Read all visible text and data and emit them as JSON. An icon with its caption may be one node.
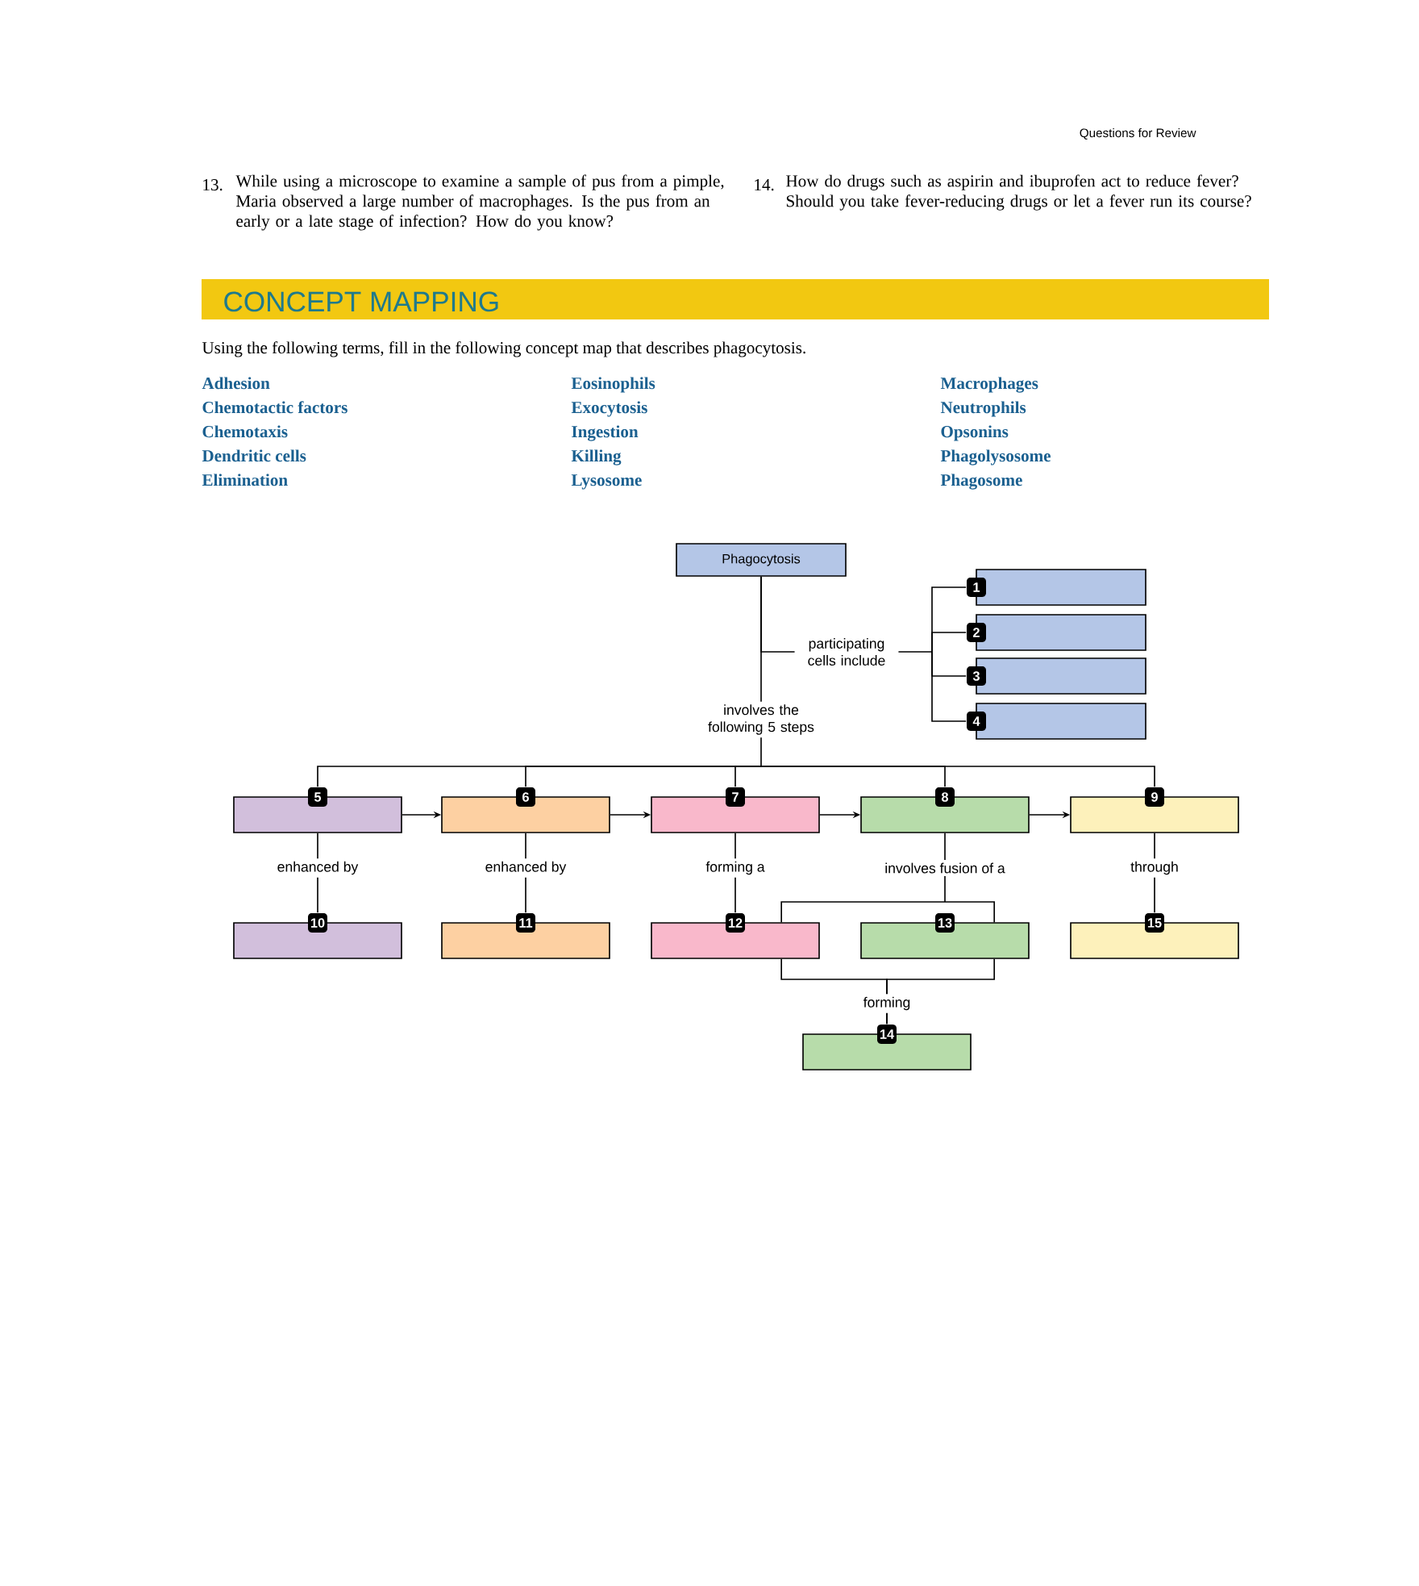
{
  "diagram": {
    "title": "CONCEPT MAPPING",
    "nodes": [
      {
        "text": [
          "Phagocytosis"
        ]
      },
      {
        "text": [
          "1"
        ]
      },
      {
        "text": [
          "2"
        ]
      },
      {
        "text": [
          "3"
        ]
      },
      {
        "text": [
          "4"
        ]
      },
      {
        "text": [
          "5"
        ]
      },
      {
        "text": [
          "6"
        ]
      },
      {
        "text": [
          "7"
        ]
      },
      {
        "text": [
          "8"
        ]
      },
      {
        "text": [
          "9"
        ]
      },
      {
        "text": [
          "10"
        ]
      },
      {
        "text": [
          "11"
        ]
      },
      {
        "text": [
          "12"
        ]
      },
      {
        "text": [
          "13"
        ]
      },
      {
        "text": [
          "15"
        ]
      },
      {
        "text": [
          "14"
        ]
      }
    ],
    "edges": [
      {
        "from": 0,
        "to": 1,
        "arrow": "none",
        "label": "participating cells include"
      },
      {
        "from": 0,
        "to": 2,
        "arrow": "none"
      },
      {
        "from": 0,
        "to": 3,
        "arrow": "none"
      },
      {
        "from": 0,
        "to": 4,
        "arrow": "none"
      },
      {
        "from": 0,
        "to": 5,
        "arrow": "none"
      },
      {
        "from": 0,
        "to": 6,
        "arrow": "none"
      },
      {
        "from": 0,
        "to": 7,
        "arrow": "none",
        "label": "involves the following 5 steps"
      },
      {
        "from": 0,
        "to": 8,
        "arrow": "none"
      },
      {
        "from": 0,
        "to": 9,
        "arrow": "none"
      },
      {
        "from": 5,
        "to": 6,
        "arrow": "to"
      },
      {
        "from": 6,
        "to": 7,
        "arrow": "to"
      },
      {
        "from": 7,
        "to": 8,
        "arrow": "to"
      },
      {
        "from": 8,
        "to": 9,
        "arrow": "to"
      },
      {
        "from": 5,
        "to": 10,
        "arrow": "none",
        "label": "enhanced by"
      },
      {
        "from": 6,
        "to": 11,
        "arrow": "none",
        "label": "enhanced by"
      },
      {
        "from": 7,
        "to": 12,
        "arrow": "none",
        "label": "forming a"
      },
      {
        "from": 8,
        "to": 12,
        "arrow": "none",
        "label": "involves fusion of a"
      },
      {
        "from": 8,
        "to": 13,
        "arrow": "none"
      },
      {
        "from": 9,
        "to": 14,
        "arrow": "none",
        "label": "through"
      },
      {
        "from": 12,
        "to": 15,
        "arrow": "none",
        "label": "forming"
      },
      {
        "from": 13,
        "to": 15,
        "arrow": "none"
      }
    ],
    "labels": [
      "Questions for Review",
      "13.",
      "While using a microscope to examine a sample of pus from a pimple, Maria observed a large number of macrophages. Is the pus from an early or a late stage of infection? How do you know?",
      "14.",
      "How do drugs such as aspirin and ibuprofen act to reduce fever? Should you take fever-reducing drugs or let a fever run its course?",
      "Using the following terms, fill in the following concept map that describes phagocytosis.",
      "Adhesion",
      "Eosinophils",
      "Macrophages",
      "Chemotactic factors",
      "Exocytosis",
      "Neutrophils",
      "Chemotaxis",
      "Ingestion",
      "Opsonins",
      "Dendritic cells",
      "Killing",
      "Phagolysosome",
      "Elimination",
      "Lysosome",
      "Phagosome"
    ]
  }
}
